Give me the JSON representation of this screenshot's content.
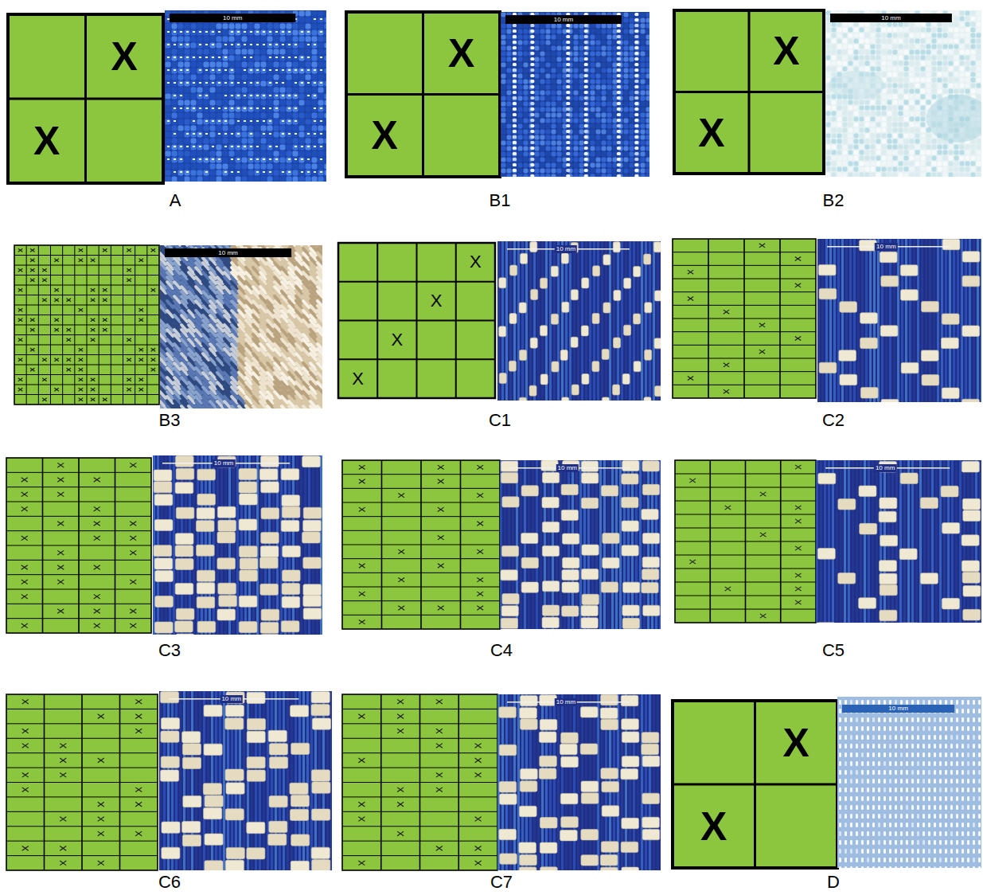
{
  "diagram": {
    "labels": [
      "X",
      "X",
      "10 mm",
      "A",
      "X",
      "X",
      "10 mm",
      "B1",
      "X",
      "X",
      "10 mm",
      "B2",
      "10 mm",
      "B3",
      "X",
      "X",
      "X",
      "X",
      "10 mm",
      "C1",
      "10 mm",
      "C2",
      "10 mm",
      "C3",
      "10 mm",
      "C4",
      "10 mm",
      "C5",
      "10 mm",
      "C6",
      "10 mm",
      "C7",
      "X",
      "X",
      "10 mm",
      "D"
    ]
  }
}
